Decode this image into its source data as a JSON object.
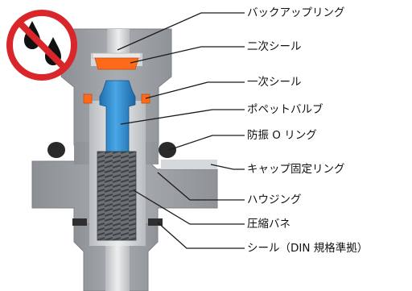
{
  "labels": [
    {
      "id": "backup-ring",
      "text": "バックアップリング"
    },
    {
      "id": "secondary-seal",
      "text": "二次シール"
    },
    {
      "id": "primary-seal",
      "text": "一次シール"
    },
    {
      "id": "poppet-valve",
      "text": "ポペットバルブ"
    },
    {
      "id": "anti-vibration-o-ring",
      "text": "防振 O リング"
    },
    {
      "id": "cap-fixing-ring",
      "text": "キャップ固定リング"
    },
    {
      "id": "housing",
      "text": "ハウジング"
    },
    {
      "id": "compression-spring",
      "text": "圧縮バネ"
    },
    {
      "id": "din-seal",
      "text": "シール（DIN 規格準拠）"
    }
  ],
  "icons": {
    "no-water": "no-water-drops-icon"
  },
  "colors": {
    "housing": "#9a9ea2",
    "housing_light": "#c5c9cc",
    "bore": "#d2d4d6",
    "seal": "#ff6a1a",
    "poppet": "#2f8fd0",
    "spring": "#555a5f",
    "o_ring": "#2a2a2a",
    "prohibition": "#d9262b"
  }
}
